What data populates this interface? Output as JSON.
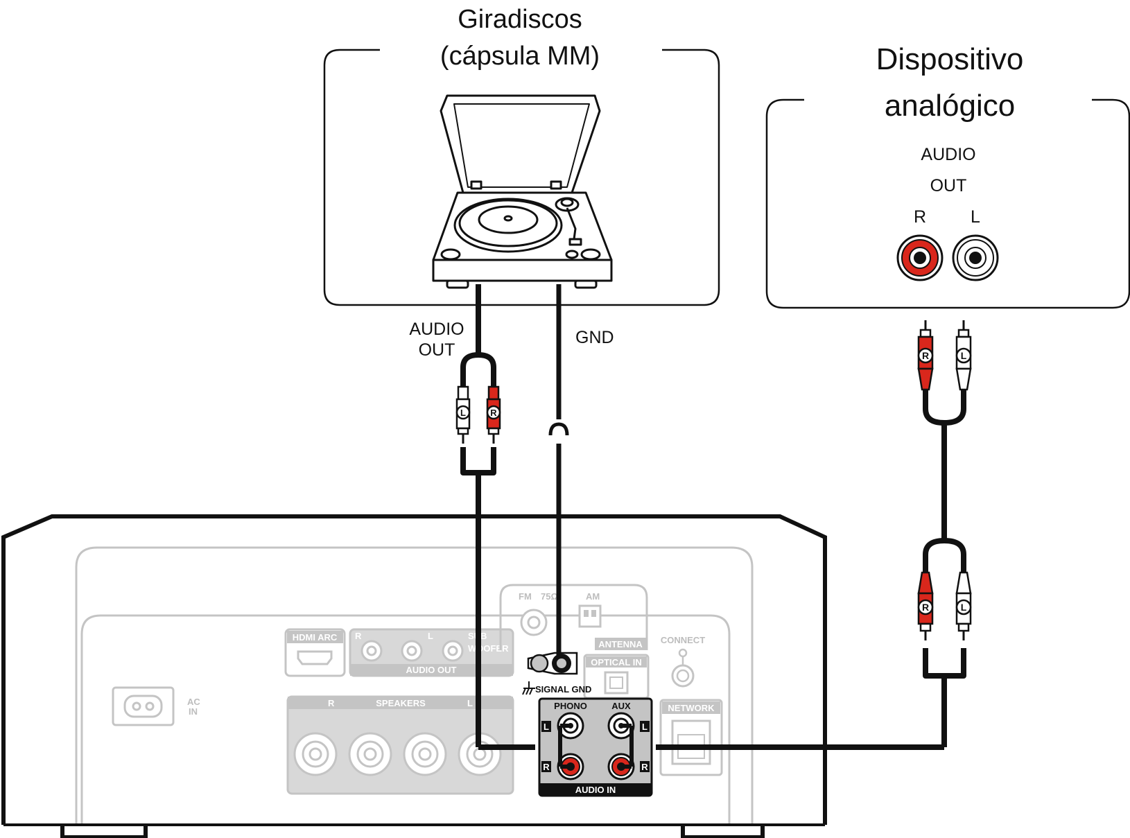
{
  "turntable": {
    "title_line1": "Giradiscos",
    "title_line2": "(cápsula MM)",
    "audio_out_line1": "AUDIO",
    "audio_out_line2": "OUT",
    "gnd_label": "GND"
  },
  "analog_device": {
    "title_line1": "Dispositivo",
    "title_line2": "analógico",
    "audio_line1": "AUDIO",
    "audio_line2": "OUT",
    "r_label": "R",
    "l_label": "L"
  },
  "plug_labels": {
    "left": "L",
    "right": "R"
  },
  "receiver": {
    "hdmi_arc": "HDMI ARC",
    "audio_out": "AUDIO OUT",
    "subwoofer_line1": "SUB",
    "subwoofer_line2": "WOOFER",
    "fm": "FM",
    "ohm": "75Ω",
    "am": "AM",
    "antenna": "ANTENNA",
    "optical_in": "OPTICAL IN",
    "connect": "CONNECT",
    "network": "NETWORK",
    "signal_gnd": "SIGNAL GND",
    "speakers": "SPEAKERS",
    "spk_r": "R",
    "spk_l": "L",
    "ac_in_line1": "AC",
    "ac_in_line2": "IN",
    "phono": "PHONO",
    "aux": "AUX",
    "audio_in": "AUDIO IN",
    "jack_l": "L",
    "jack_r": "R",
    "out_r": "R",
    "out_l": "L"
  },
  "colors": {
    "line": "#111111",
    "red": "#d9271c",
    "gray": "#c4c4c4",
    "panel_gray": "#bdbdbd"
  }
}
